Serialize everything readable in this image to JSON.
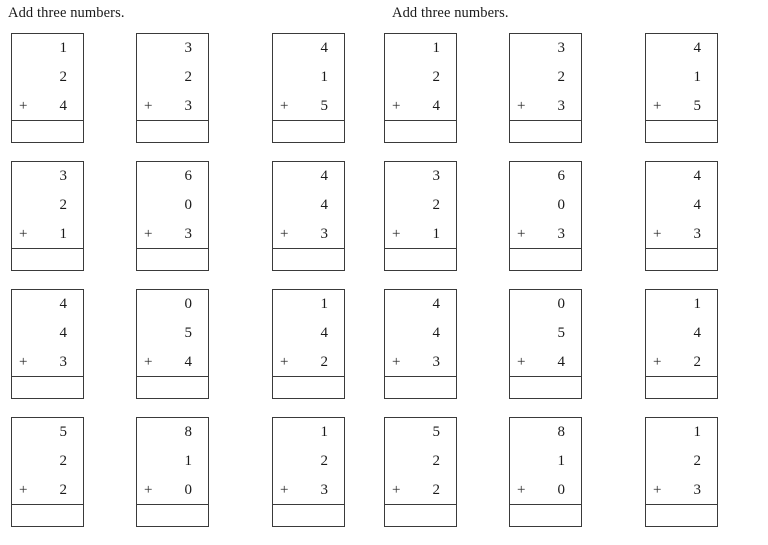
{
  "page": {
    "title": "Add three numbers worksheet",
    "background_color": "#ffffff",
    "ink_color": "#1a1a1a",
    "border_color": "#3a3a3a"
  },
  "halves": [
    {
      "id": "left",
      "title": "Add three numbers.",
      "problems": [
        {
          "addends": [
            1,
            2,
            4
          ],
          "operator": "+",
          "answer": ""
        },
        {
          "addends": [
            3,
            2,
            3
          ],
          "operator": "+",
          "answer": ""
        },
        {
          "addends": [
            4,
            1,
            5
          ],
          "operator": "+",
          "answer": ""
        },
        {
          "addends": [
            3,
            2,
            1
          ],
          "operator": "+",
          "answer": ""
        },
        {
          "addends": [
            6,
            0,
            3
          ],
          "operator": "+",
          "answer": ""
        },
        {
          "addends": [
            4,
            4,
            3
          ],
          "operator": "+",
          "answer": ""
        },
        {
          "addends": [
            4,
            4,
            3
          ],
          "operator": "+",
          "answer": ""
        },
        {
          "addends": [
            0,
            5,
            4
          ],
          "operator": "+",
          "answer": ""
        },
        {
          "addends": [
            1,
            4,
            2
          ],
          "operator": "+",
          "answer": ""
        },
        {
          "addends": [
            5,
            2,
            2
          ],
          "operator": "+",
          "answer": ""
        },
        {
          "addends": [
            8,
            1,
            0
          ],
          "operator": "+",
          "answer": ""
        },
        {
          "addends": [
            1,
            2,
            3
          ],
          "operator": "+",
          "answer": ""
        }
      ]
    },
    {
      "id": "right",
      "title": "Add three numbers.",
      "problems": [
        {
          "addends": [
            1,
            2,
            4
          ],
          "operator": "+",
          "answer": ""
        },
        {
          "addends": [
            3,
            2,
            3
          ],
          "operator": "+",
          "answer": ""
        },
        {
          "addends": [
            4,
            1,
            5
          ],
          "operator": "+",
          "answer": ""
        },
        {
          "addends": [
            3,
            2,
            1
          ],
          "operator": "+",
          "answer": ""
        },
        {
          "addends": [
            6,
            0,
            3
          ],
          "operator": "+",
          "answer": ""
        },
        {
          "addends": [
            4,
            4,
            3
          ],
          "operator": "+",
          "answer": ""
        },
        {
          "addends": [
            4,
            4,
            3
          ],
          "operator": "+",
          "answer": ""
        },
        {
          "addends": [
            0,
            5,
            4
          ],
          "operator": "+",
          "answer": ""
        },
        {
          "addends": [
            1,
            4,
            2
          ],
          "operator": "+",
          "answer": ""
        },
        {
          "addends": [
            5,
            2,
            2
          ],
          "operator": "+",
          "answer": ""
        },
        {
          "addends": [
            8,
            1,
            0
          ],
          "operator": "+",
          "answer": ""
        },
        {
          "addends": [
            1,
            2,
            3
          ],
          "operator": "+",
          "answer": ""
        }
      ]
    }
  ],
  "layout": {
    "columns": 3,
    "rows": 4
  }
}
